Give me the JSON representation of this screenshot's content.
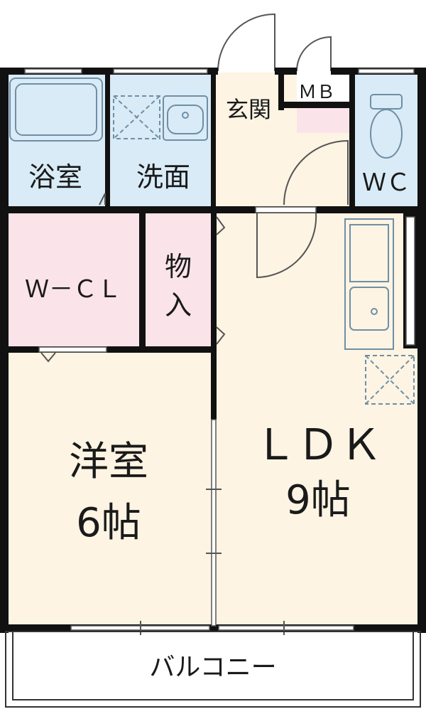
{
  "floor_plan": {
    "colors": {
      "wall": "#111111",
      "wet_area": "#d9ebf7",
      "living_area": "#fdf4e3",
      "storage_area": "#fbe3ea",
      "fixture_line": "#6f8fa5",
      "door_line": "#555555"
    },
    "rooms": {
      "bathroom": "浴室",
      "washroom": "洗面",
      "entrance": "玄関",
      "meter_box": "ＭＢ",
      "toilet": "ＷＣ",
      "walk_in_closet": "Ｗ－ＣＬ",
      "storage": [
        "物",
        "入"
      ],
      "western_room": [
        "洋室",
        "6帖"
      ],
      "ldk": [
        "ＬＤＫ",
        "9帖"
      ],
      "balcony": "バルコニー"
    }
  }
}
